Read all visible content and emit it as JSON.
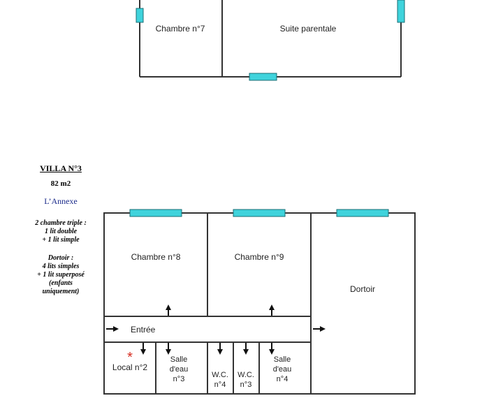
{
  "colors": {
    "wall": "#333333",
    "window": "#3fd3dc",
    "window_border": "#1a6d73",
    "asterisk": "#d62b1f"
  },
  "top_plan": {
    "rooms": {
      "chambre7": "Chambre n°7",
      "suite": "Suite parentale"
    }
  },
  "villa": {
    "title": "VILLA N°3",
    "area": "82 m2",
    "subtitle": "L’Annexe",
    "desc1": [
      "2 chambre triple :",
      "1 lit double",
      "+ 1 lit simple"
    ],
    "desc2": [
      "Dortoir :",
      "4 lits simples",
      "+ 1 lit superposé",
      "(enfants",
      "uniquement)"
    ]
  },
  "plan": {
    "rooms": {
      "chambre8": "Chambre n°8",
      "chambre9": "Chambre n°9",
      "dortoir": "Dortoir",
      "entree": "Entrée",
      "local": "Local  n°2",
      "salle3": [
        "Salle",
        "d'eau",
        "n°3"
      ],
      "wc4": [
        "W.C.",
        "n°4"
      ],
      "wc3": [
        "W.C.",
        "n°3"
      ],
      "salle4": [
        "Salle",
        "d'eau",
        "n°4"
      ]
    },
    "asterisk": "*"
  }
}
